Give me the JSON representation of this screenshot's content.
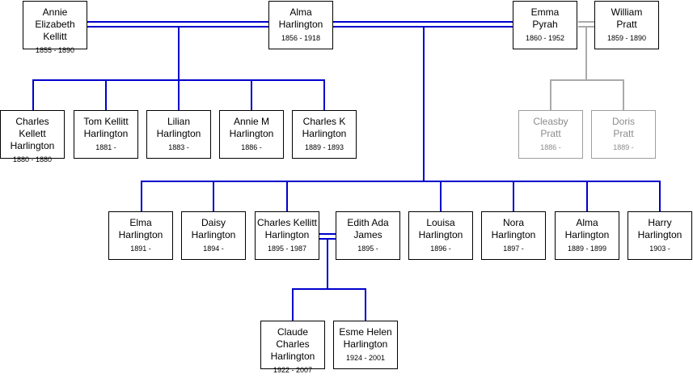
{
  "colors": {
    "line": "#0000cc",
    "faded_line": "#aaaaaa",
    "border": "#000000",
    "faded_border": "#9e9e9e"
  },
  "people": [
    {
      "id": "annie-elizabeth-kellitt",
      "name": "Annie Elizabeth\nKellitt",
      "dates": "1855 - 1890",
      "faded": false
    },
    {
      "id": "alma-harlington-1856",
      "name": "Alma\nHarlington",
      "dates": "1856 - 1918",
      "faded": false
    },
    {
      "id": "emma-pyrah",
      "name": "Emma\nPyrah",
      "dates": "1860 - 1952",
      "faded": false
    },
    {
      "id": "william-pratt",
      "name": "William\nPratt",
      "dates": "1859 - 1890",
      "faded": false
    },
    {
      "id": "charles-kellett-harlington",
      "name": "Charles Kellett\nHarlington",
      "dates": "1880 - 1880",
      "faded": false
    },
    {
      "id": "tom-kellitt-harlington",
      "name": "Tom Kellitt\nHarlington",
      "dates": "1881 -",
      "faded": false
    },
    {
      "id": "lilian-harlington",
      "name": "Lilian\nHarlington",
      "dates": "1883 -",
      "faded": false
    },
    {
      "id": "annie-m-harlington",
      "name": "Annie M\nHarlington",
      "dates": "1886 -",
      "faded": false
    },
    {
      "id": "charles-k-harlington",
      "name": "Charles K\nHarlington",
      "dates": "1889 - 1893",
      "faded": false
    },
    {
      "id": "cleasby-pratt",
      "name": "Cleasby\nPratt",
      "dates": "1886 -",
      "faded": true
    },
    {
      "id": "doris-pratt",
      "name": "Doris\nPratt",
      "dates": "1889 -",
      "faded": true
    },
    {
      "id": "elma-harlington",
      "name": "Elma\nHarlington",
      "dates": "1891 -",
      "faded": false
    },
    {
      "id": "daisy-harlington",
      "name": "Daisy\nHarlington",
      "dates": "1894 -",
      "faded": false
    },
    {
      "id": "charles-kellitt-harlington",
      "name": "Charles Kellitt\nHarlington",
      "dates": "1895 - 1987",
      "faded": false
    },
    {
      "id": "edith-ada-james",
      "name": "Edith Ada\nJames",
      "dates": "1895 -",
      "faded": false
    },
    {
      "id": "louisa-harlington",
      "name": "Louisa\nHarlington",
      "dates": "1896 -",
      "faded": false
    },
    {
      "id": "nora-harlington",
      "name": "Nora\nHarlington",
      "dates": "1897 -",
      "faded": false
    },
    {
      "id": "alma-harlington-1889",
      "name": "Alma\nHarlington",
      "dates": "1889 - 1899",
      "faded": false
    },
    {
      "id": "harry-harlington",
      "name": "Harry\nHarlington",
      "dates": "1903 -",
      "faded": false
    },
    {
      "id": "claude-charles-harlington",
      "name": "Claude Charles\nHarlington",
      "dates": "1922 - 2007",
      "faded": false
    },
    {
      "id": "esme-helen-harlington",
      "name": "Esme Helen\nHarlington",
      "dates": "1924 - 2001",
      "faded": false
    }
  ]
}
